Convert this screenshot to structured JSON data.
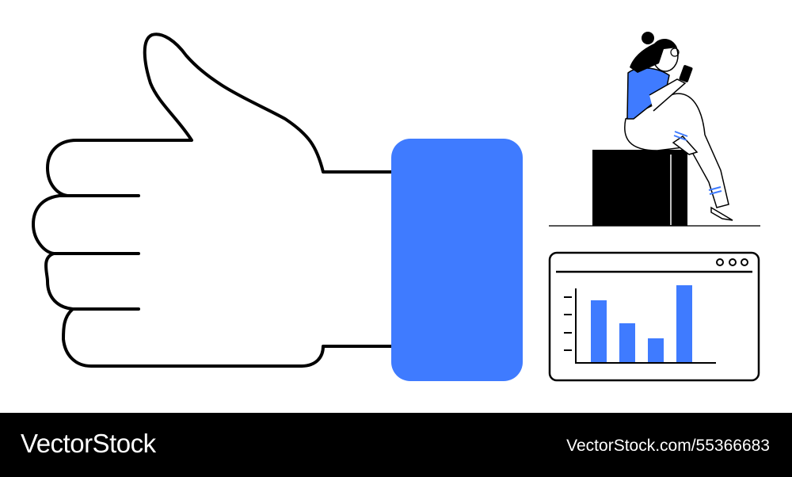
{
  "colors": {
    "accent": "#3F7BFF",
    "ink": "#000000",
    "background": "#FFFFFF"
  },
  "illustration": {
    "main": "thumbs-up-hand-with-blue-cuff",
    "side_top": "woman-sitting-on-box-with-phone",
    "side_bottom": "browser-window-with-bar-chart"
  },
  "footer": {
    "logo": "VectorStock",
    "reference": "VectorStock.com/55366683"
  }
}
